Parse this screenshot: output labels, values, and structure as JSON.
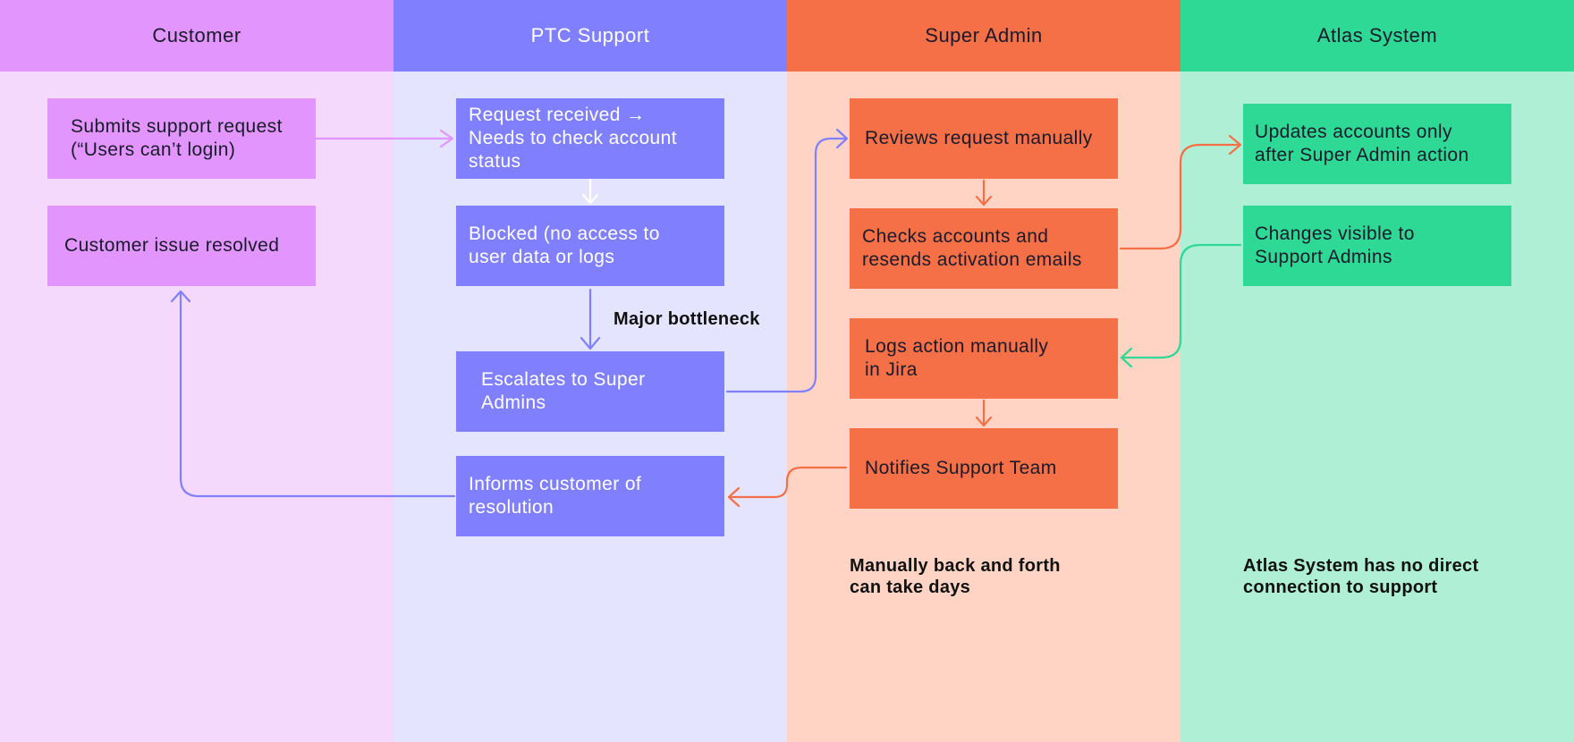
{
  "lanes": {
    "customer": {
      "title": "Customer",
      "submit": "Submits support request\n(“Users can’t login)",
      "resolved": "Customer issue resolved"
    },
    "support": {
      "title": "PTC Support",
      "received": "Request received →\nNeeds to check account\nstatus",
      "blocked": "Blocked (no access to\nuser data or logs",
      "escalates": "Escalates to Super\nAdmins",
      "informs": "Informs customer of\nresolution",
      "bottleneck_note": "Major bottleneck"
    },
    "admin": {
      "title": "Super Admin",
      "reviews": "Reviews request manually",
      "checks": "Checks accounts and\nresends activation emails",
      "logs": "Logs action manually\nin Jira",
      "notifies": "Notifies Support Team",
      "note": "Manually back and forth\ncan take days"
    },
    "atlas": {
      "title": "Atlas System",
      "updates": "Updates accounts only\nafter Super Admin action",
      "changes": "Changes visible to\nSupport Admins",
      "note": "Atlas System has no direct\nconnection to support"
    }
  },
  "colors": {
    "customer": "#e195fd",
    "support": "#8080fe",
    "admin": "#f57047",
    "atlas": "#2ed895"
  }
}
